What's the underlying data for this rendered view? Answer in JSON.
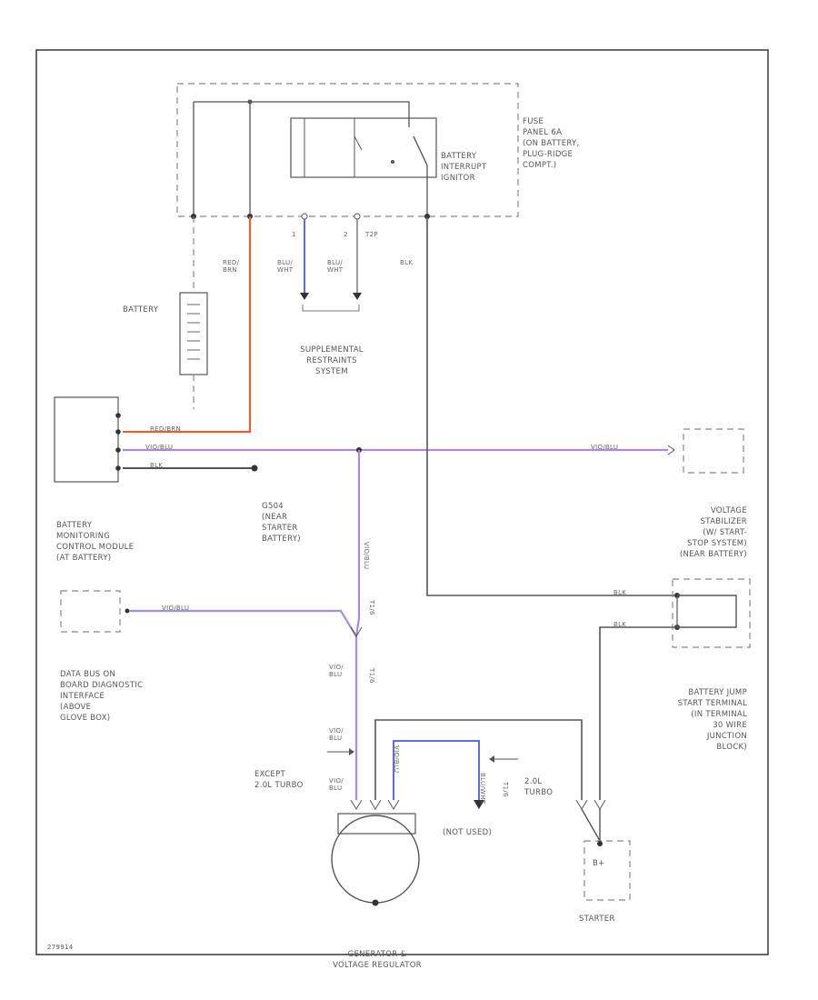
{
  "components": {
    "fuse_panel": [
      "FUSE",
      "PANEL 6A",
      "(ON BATTERY,",
      "PLUG-RIDGE",
      "COMPT.)"
    ],
    "battery_interrupt": [
      "BATTERY",
      "INTERRUPT",
      "IGNITOR"
    ],
    "battery": "BATTERY",
    "srs": [
      "SUPPLEMENTAL",
      "RESTRAINTS",
      "SYSTEM"
    ],
    "bmcm": [
      "BATTERY",
      "MONITORING",
      "CONTROL MODULE",
      "(AT BATTERY)"
    ],
    "g504": [
      "G504",
      "(NEAR",
      "STARTER",
      "BATTERY)"
    ],
    "voltage_stabilizer": [
      "VOLTAGE",
      "STABILIZER",
      "(W/ START-",
      "STOP SYSTEM)",
      "(NEAR BATTERY)"
    ],
    "data_bus": [
      "DATA BUS ON",
      "BOARD DIAGNOSTIC",
      "INTERFACE",
      "(ABOVE",
      "GLOVE BOX)"
    ],
    "jump_start": [
      "BATTERY JUMP",
      "START TERMINAL",
      "(IN TERMINAL",
      "30 WIRE",
      "JUNCTION",
      "BLOCK)"
    ],
    "generator": [
      "GENERATOR &",
      "VOLTAGE REGULATOR"
    ],
    "starter": "STARTER",
    "starter_terminal": "B+",
    "not_used": "(NOT USED)",
    "except_turbo": [
      "EXCEPT",
      "2.0L TURBO"
    ],
    "turbo": [
      "2.0L",
      "TURBO"
    ],
    "figure_id": "279914"
  },
  "wires": {
    "red_brn": [
      "RED/",
      "BRN"
    ],
    "blu_wht_1": [
      "BLU/",
      "WHT"
    ],
    "blu_wht_2": [
      "BLU/",
      "WHT"
    ],
    "blk_fuse": "BLK",
    "pin1": "1",
    "pin2": "2",
    "tcp": "T2P",
    "red_brn_h": "RED/BRN",
    "vio_blu_h1": "VIO/BLU",
    "blk_h": "BLK",
    "vio_blu_h2": "VIO/BLU",
    "vio_blu_v": "VIO/BLU",
    "vio_blu_data": "VIO/BLU",
    "t1a": "T1/6",
    "t1b": "T1/6",
    "t1c": "T1/6",
    "vio_blu_a": [
      "VIO/",
      "BLU"
    ],
    "vio_blu_b": [
      "VIO/",
      "BLU"
    ],
    "vio_blu_c": [
      "VIO/",
      "BLU"
    ],
    "vio_gen": "VIO/BLU",
    "blu_gen": "BLU/WHT",
    "blk_jump1": "BLK",
    "blk_jump2": "BLK"
  },
  "colors": {
    "frame": "#444444",
    "wire_black": "#555555",
    "wire_red": "#e0603a",
    "wire_violet": "#a98be0",
    "wire_blue": "#5a6ee0",
    "dashed_box": "#888888",
    "text": "#555555"
  }
}
